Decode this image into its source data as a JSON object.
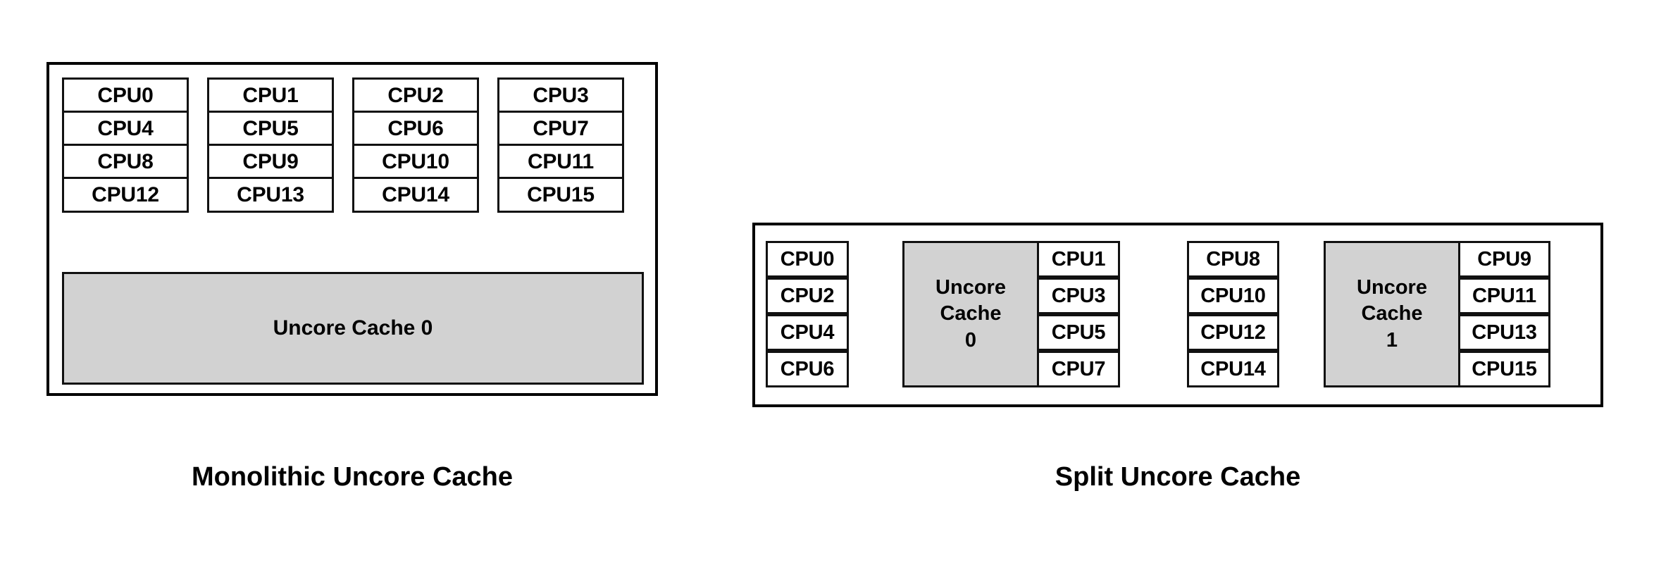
{
  "figure": {
    "background_color": "#ffffff",
    "line_color": "#000000",
    "cache_fill_color": "#d2d2d2",
    "cpu_fill_color": "#ffffff"
  },
  "panels": [
    {
      "id": "monolithic",
      "caption": "Monolithic Uncore Cache",
      "cpu_grid": {
        "rows": 4,
        "cols": 4,
        "labels": [
          [
            "CPU0",
            "CPU1",
            "CPU2",
            "CPU3"
          ],
          [
            "CPU4",
            "CPU5",
            "CPU6",
            "CPU7"
          ],
          [
            "CPU8",
            "CPU9",
            "CPU10",
            "CPU11"
          ],
          [
            "CPU12",
            "CPU13",
            "CPU14",
            "CPU15"
          ]
        ]
      },
      "caches": [
        {
          "label": "Uncore Cache 0"
        }
      ]
    },
    {
      "id": "split",
      "caption": "Split Uncore Cache",
      "groups": [
        {
          "left_column": [
            "CPU0",
            "CPU2",
            "CPU4",
            "CPU6"
          ],
          "cache_lines": [
            "Uncore",
            "Cache",
            "0"
          ],
          "right_column": [
            "CPU1",
            "CPU3",
            "CPU5",
            "CPU7"
          ]
        },
        {
          "left_column": [
            "CPU8",
            "CPU10",
            "CPU12",
            "CPU14"
          ],
          "cache_lines": [
            "Uncore",
            "Cache",
            "1"
          ],
          "right_column": [
            "CPU9",
            "CPU11",
            "CPU13",
            "CPU15"
          ]
        }
      ]
    }
  ]
}
